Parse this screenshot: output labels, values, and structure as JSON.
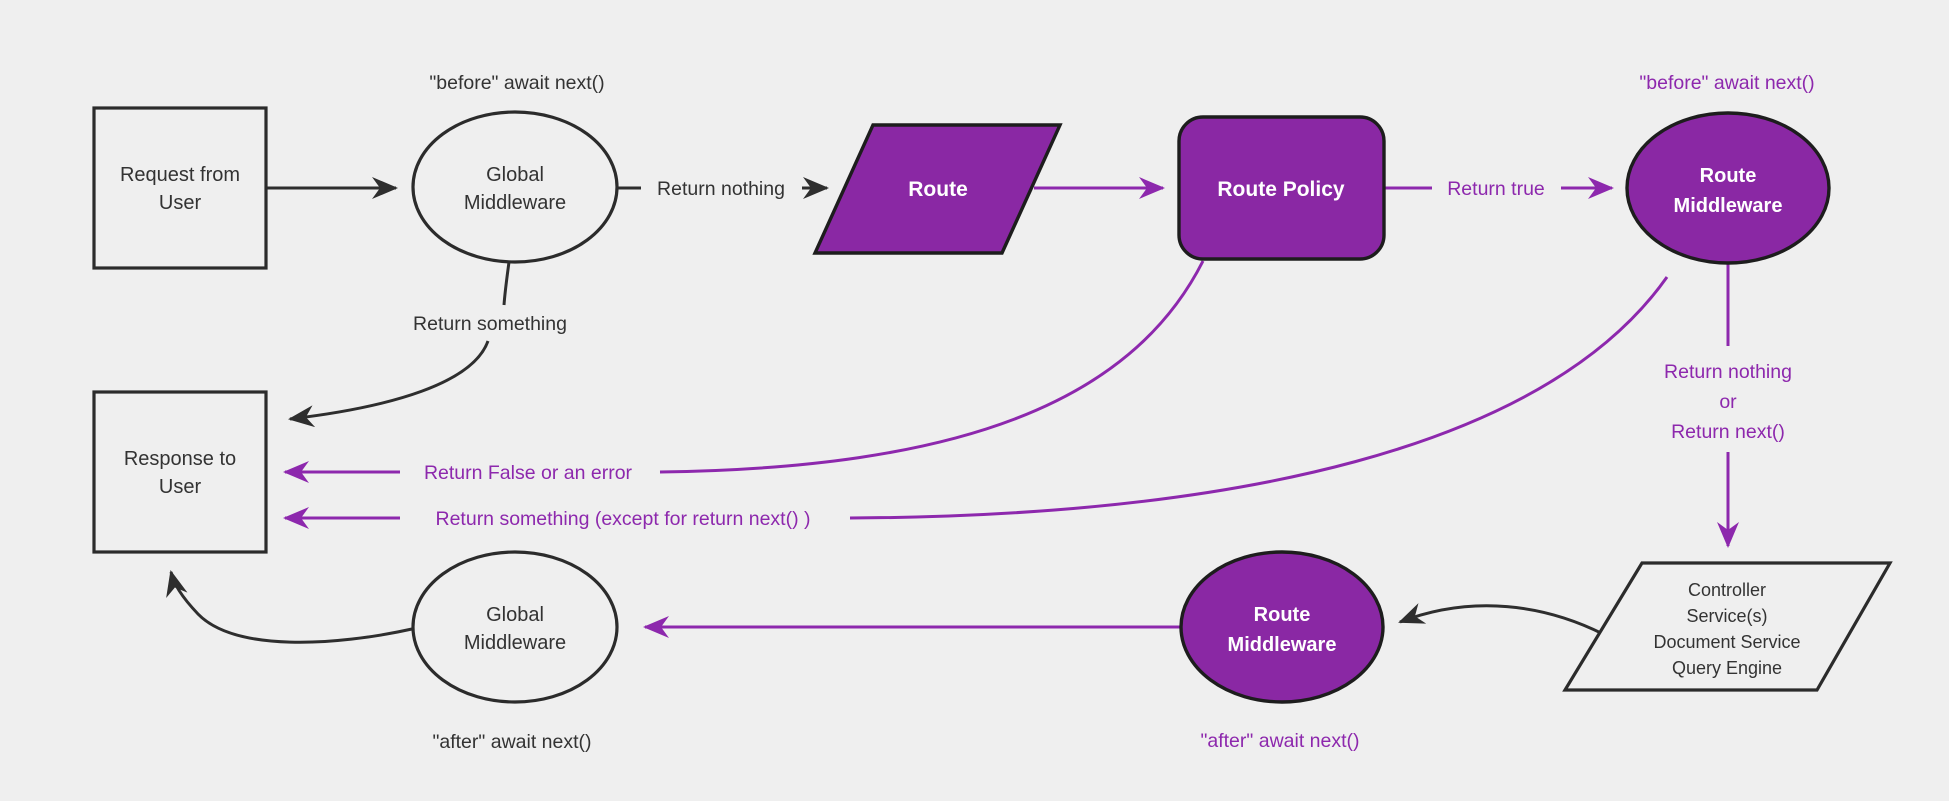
{
  "colors": {
    "background": "#efefef",
    "dark_line": "#2e2e2e",
    "dark_text": "#333333",
    "purple_fill": "#8a28a4",
    "purple_line": "#8d28ad",
    "shape_border_dark": "#1d1d1d",
    "white_text": "#ffffff"
  },
  "nodes": {
    "request_box": {
      "line1": "Request from",
      "line2": "User"
    },
    "global_middleware_top": {
      "line1": "Global",
      "line2": "Middleware"
    },
    "route": {
      "label": "Route"
    },
    "route_policy": {
      "label": "Route Policy"
    },
    "route_middleware_top": {
      "line1": "Route",
      "line2": "Middleware"
    },
    "controller_stack": {
      "line1": "Controller",
      "line2": "Service(s)",
      "line3": "Document Service",
      "line4": "Query Engine"
    },
    "route_middleware_bottom": {
      "line1": "Route",
      "line2": "Middleware"
    },
    "global_middleware_bottom": {
      "line1": "Global",
      "line2": "Middleware"
    },
    "response_box": {
      "line1": "Response to",
      "line2": "User"
    }
  },
  "edge_labels": {
    "before_await_next_global": "\"before\" await next()",
    "return_nothing": "Return nothing",
    "return_true": "Return true",
    "before_await_next_route": "\"before\" await next()",
    "return_something": "Return something",
    "return_nothing_or_line1": "Return nothing",
    "return_nothing_or_line2": "or",
    "return_nothing_or_line3": "Return next()",
    "return_false_or_error": "Return False or an error",
    "return_something_except": "Return something (except for return next() )",
    "after_await_next_global": "\"after\" await next()",
    "after_await_next_route": "\"after\" await next()"
  }
}
